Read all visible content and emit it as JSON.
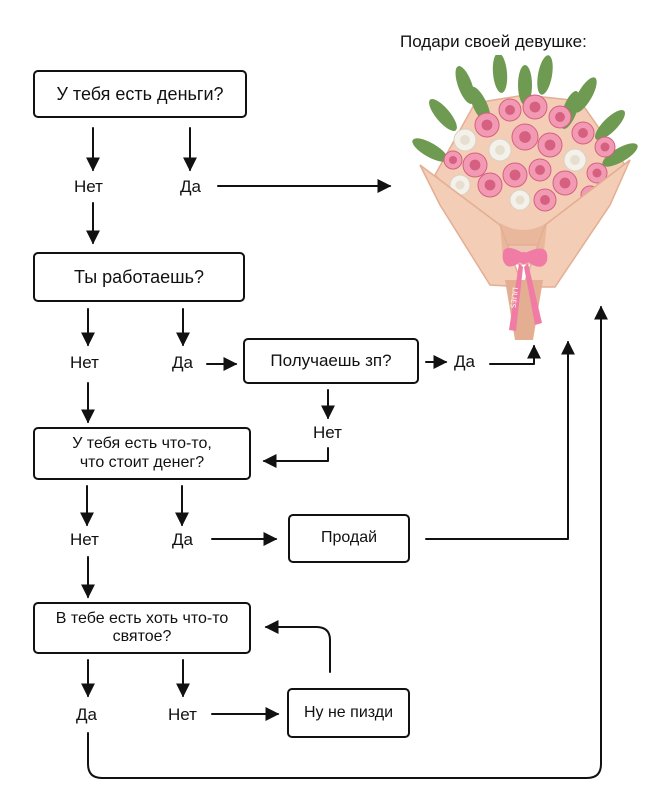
{
  "header": {
    "text": "Подари своей девушке:"
  },
  "questions": {
    "money": "У тебя есть деньги?",
    "work": "Ты работаешь?",
    "salary": "Получаешь зп?",
    "valuable_line1": "У тебя есть что-то,",
    "valuable_line2": "что стоит денег?",
    "sell": "Продай",
    "holy_line1": "В тебе есть хоть что-то",
    "holy_line2": "святое?",
    "dont_lie": "Ну не пизди"
  },
  "answers": {
    "no": "Нет",
    "yes": "Да"
  },
  "bouquet": {
    "icon": "flower-bouquet-icon",
    "ribbon_text": "LILIES",
    "colors": {
      "wrap": "#f3cdb6",
      "wrap_dark": "#e4ae92",
      "rose": "#f29ab4",
      "rose_dark": "#d6607f",
      "leaf": "#6e9a52",
      "ribbon": "#f07ca6",
      "white": "#f4f1ea"
    }
  }
}
